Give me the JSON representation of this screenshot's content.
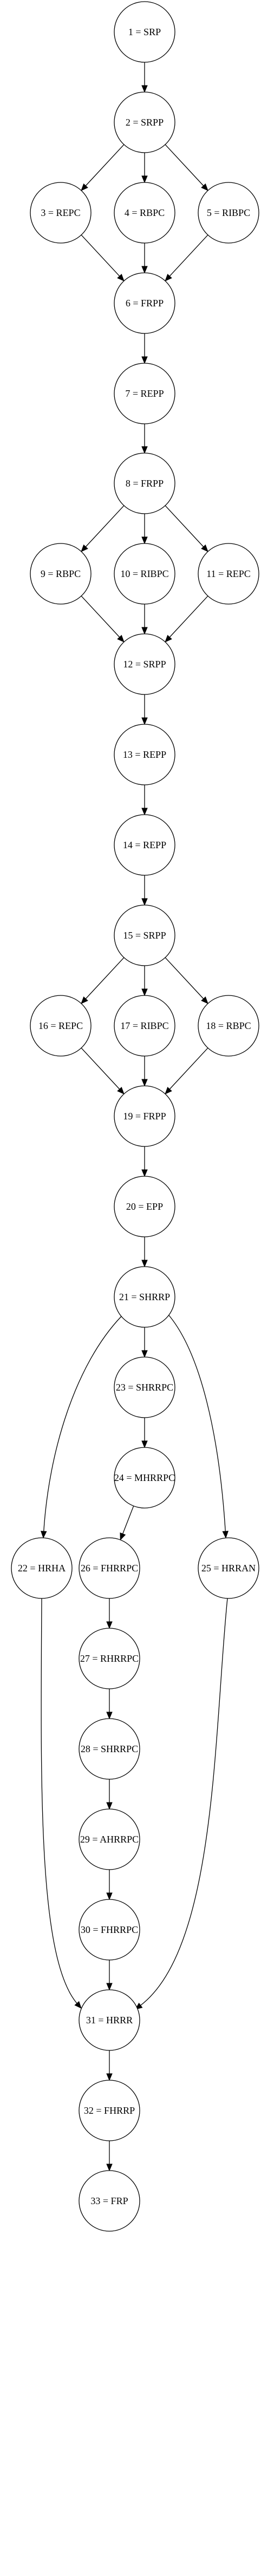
{
  "graph": {
    "nodes": [
      {
        "id": "n1",
        "label": "1 = SRP"
      },
      {
        "id": "n2",
        "label": "2 = SRPP"
      },
      {
        "id": "n3",
        "label": "3 = REPC"
      },
      {
        "id": "n4",
        "label": "4 = RBPC"
      },
      {
        "id": "n5",
        "label": "5 = RIBPC"
      },
      {
        "id": "n6",
        "label": "6 = FRPP"
      },
      {
        "id": "n7",
        "label": "7 = REPP"
      },
      {
        "id": "n8",
        "label": "8 = FRPP"
      },
      {
        "id": "n9",
        "label": "9 = RBPC"
      },
      {
        "id": "n10",
        "label": "10 = RIBPC"
      },
      {
        "id": "n11",
        "label": "11 = REPC"
      },
      {
        "id": "n12",
        "label": "12 = SRPP"
      },
      {
        "id": "n13",
        "label": "13 = REPP"
      },
      {
        "id": "n14",
        "label": "14 = REPP"
      },
      {
        "id": "n15",
        "label": "15 = SRPP"
      },
      {
        "id": "n16",
        "label": "16 = REPC"
      },
      {
        "id": "n17",
        "label": "17 = RIBPC"
      },
      {
        "id": "n18",
        "label": "18 = RBPC"
      },
      {
        "id": "n19",
        "label": "19 = FRPP"
      },
      {
        "id": "n20",
        "label": "20 = EPP"
      },
      {
        "id": "n21",
        "label": "21 = SHRRP"
      },
      {
        "id": "n22",
        "label": "22 = HRHA"
      },
      {
        "id": "n23",
        "label": "23 = SHRRPC"
      },
      {
        "id": "n24",
        "label": "24 = MHRRPC"
      },
      {
        "id": "n25",
        "label": "25 = HRRAN"
      },
      {
        "id": "n26",
        "label": "26 = FHRRPC"
      },
      {
        "id": "n27",
        "label": "27 = RHRRPC"
      },
      {
        "id": "n28",
        "label": "28 = SHRRPC"
      },
      {
        "id": "n29",
        "label": "29 = AHRRPC"
      },
      {
        "id": "n30",
        "label": "30 = FHRRPC"
      },
      {
        "id": "n31",
        "label": "31 = HRRR"
      },
      {
        "id": "n32",
        "label": "32 = FHRRP"
      },
      {
        "id": "n33",
        "label": "33 = FRP"
      }
    ],
    "edges": [
      {
        "from": "n1",
        "to": "n2"
      },
      {
        "from": "n2",
        "to": "n3"
      },
      {
        "from": "n2",
        "to": "n4"
      },
      {
        "from": "n2",
        "to": "n5"
      },
      {
        "from": "n3",
        "to": "n6"
      },
      {
        "from": "n4",
        "to": "n6"
      },
      {
        "from": "n5",
        "to": "n6"
      },
      {
        "from": "n6",
        "to": "n7"
      },
      {
        "from": "n7",
        "to": "n8"
      },
      {
        "from": "n8",
        "to": "n9"
      },
      {
        "from": "n8",
        "to": "n10"
      },
      {
        "from": "n8",
        "to": "n11"
      },
      {
        "from": "n9",
        "to": "n12"
      },
      {
        "from": "n10",
        "to": "n12"
      },
      {
        "from": "n11",
        "to": "n12"
      },
      {
        "from": "n12",
        "to": "n13"
      },
      {
        "from": "n13",
        "to": "n14"
      },
      {
        "from": "n14",
        "to": "n15"
      },
      {
        "from": "n15",
        "to": "n16"
      },
      {
        "from": "n15",
        "to": "n17"
      },
      {
        "from": "n15",
        "to": "n18"
      },
      {
        "from": "n16",
        "to": "n19"
      },
      {
        "from": "n17",
        "to": "n19"
      },
      {
        "from": "n18",
        "to": "n19"
      },
      {
        "from": "n19",
        "to": "n20"
      },
      {
        "from": "n20",
        "to": "n21"
      },
      {
        "from": "n21",
        "to": "n22"
      },
      {
        "from": "n21",
        "to": "n23"
      },
      {
        "from": "n21",
        "to": "n25"
      },
      {
        "from": "n23",
        "to": "n24"
      },
      {
        "from": "n24",
        "to": "n26"
      },
      {
        "from": "n26",
        "to": "n27"
      },
      {
        "from": "n27",
        "to": "n28"
      },
      {
        "from": "n28",
        "to": "n29"
      },
      {
        "from": "n29",
        "to": "n30"
      },
      {
        "from": "n30",
        "to": "n31"
      },
      {
        "from": "n22",
        "to": "n31"
      },
      {
        "from": "n25",
        "to": "n31"
      },
      {
        "from": "n31",
        "to": "n32"
      },
      {
        "from": "n32",
        "to": "n33"
      }
    ]
  }
}
